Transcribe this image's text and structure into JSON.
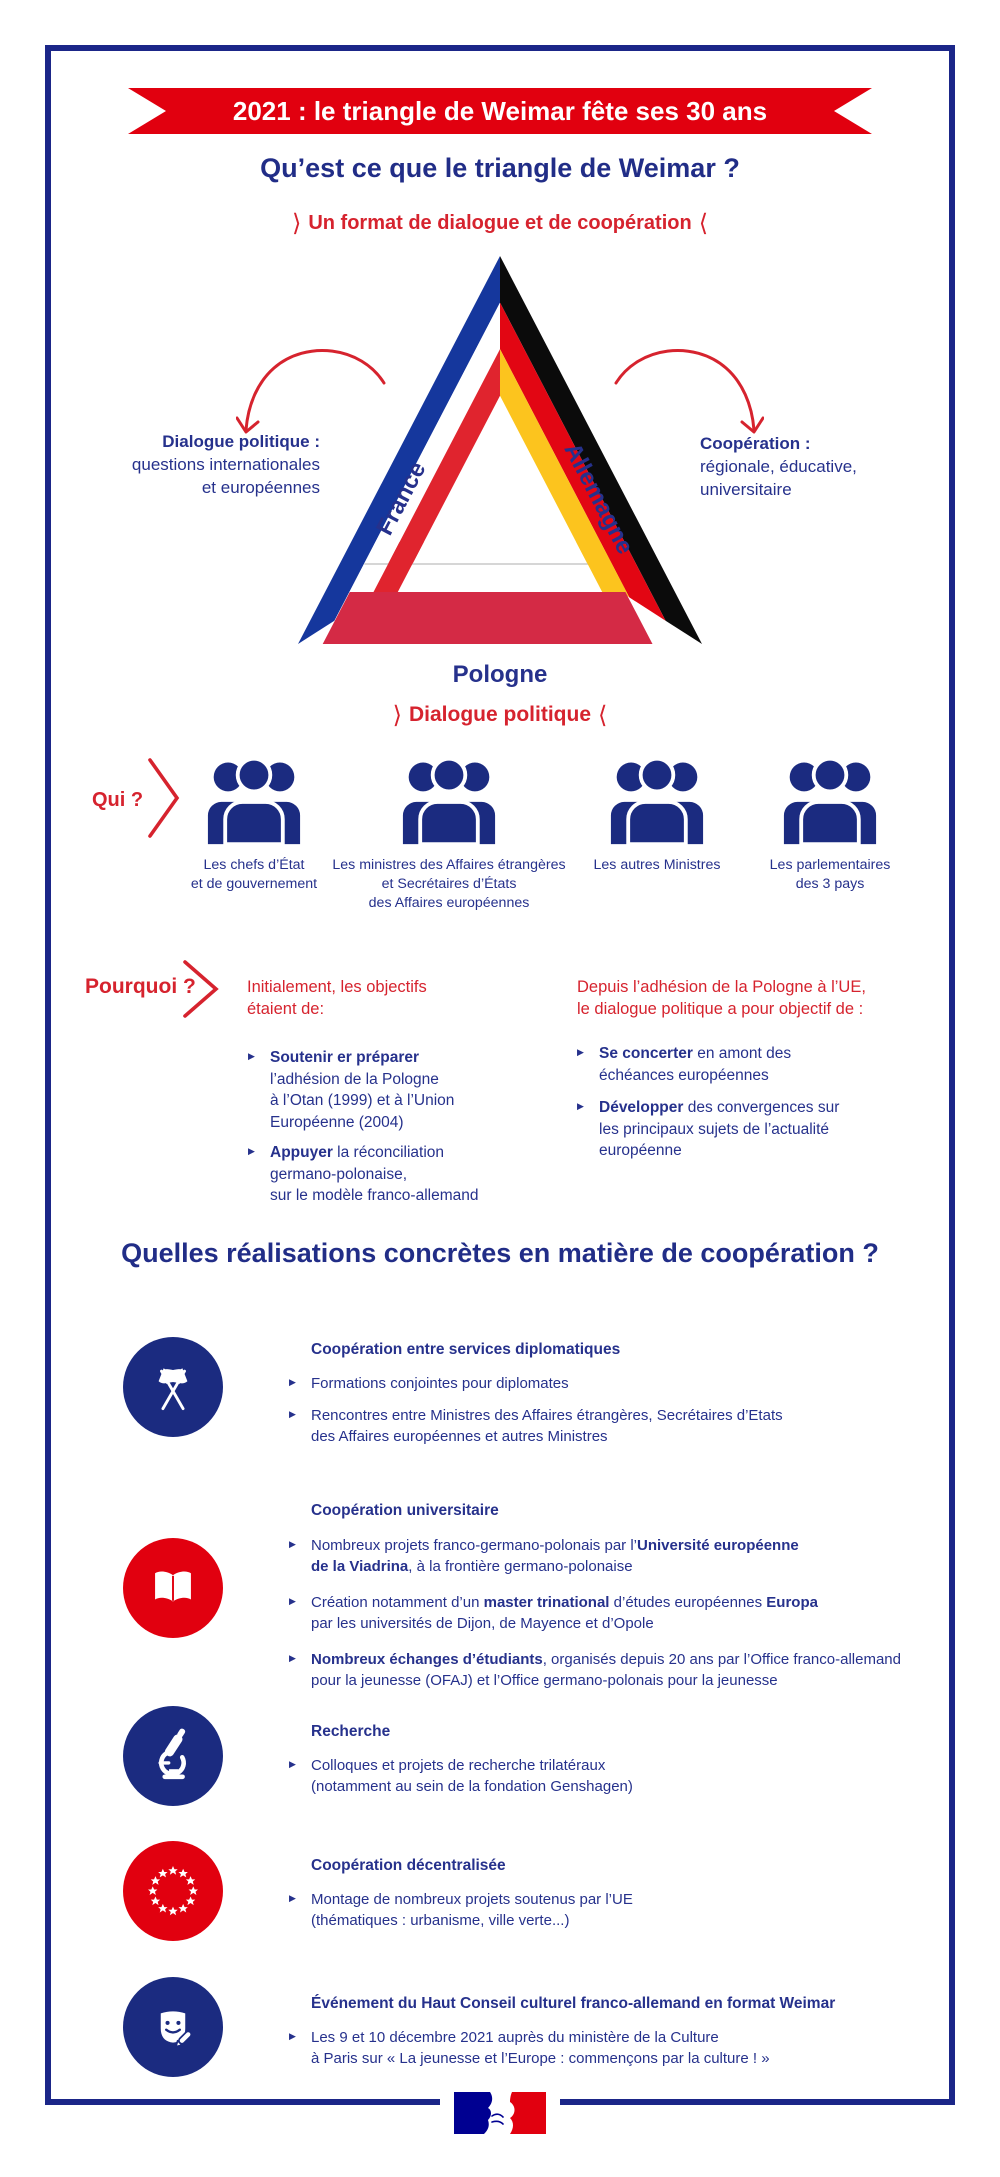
{
  "colors": {
    "frame_navy": "#1b2688",
    "text_navy": "#26318c",
    "banner_red": "#e1000f",
    "accent_red": "#d6232e",
    "poland_red": "#d42a45",
    "france_blue": "#15379d",
    "germany_black": "#0b0b0b",
    "germany_red": "#e20613",
    "germany_gold": "#fcc41e",
    "circle_navy": "#1b2b80",
    "marianne_blue": "#000091"
  },
  "glyphs": {
    "bullet": "▶",
    "angle_open": "⟩",
    "angle_close": "⟨"
  },
  "banner": {
    "text": "2021 : le triangle de Weimar fête ses 30 ans"
  },
  "intro": {
    "title": "Qu’est ce que le triangle de Weimar ?",
    "subtitle": "Un format de dialogue et de coopération"
  },
  "triangle": {
    "labels": {
      "left": "France",
      "right": "Allemagne",
      "bottom": "Pologne"
    },
    "left_note": {
      "title": "Dialogue politique :",
      "lines": "questions internationales\net européennes"
    },
    "right_note": {
      "title": "Coopération :",
      "lines": "régionale, éducative,\nuniversitaire"
    }
  },
  "dialogue": {
    "heading": "Dialogue politique",
    "who_label": "Qui ?",
    "groups": [
      {
        "icon": "people-group-icon",
        "caption": "Les chefs d’État\net de gouvernement"
      },
      {
        "icon": "people-group-icon",
        "caption": "Les ministres des Affaires étrangères\net Secrétaires d’États\ndes Affaires européennes"
      },
      {
        "icon": "people-group-icon",
        "caption": "Les autres Ministres"
      },
      {
        "icon": "people-group-icon",
        "caption": "Les parlementaires\ndes 3 pays"
      }
    ]
  },
  "why": {
    "label": "Pourquoi ?",
    "left": {
      "intro": "Initialement, les objectifs\nétaient de:",
      "bullets": [
        [
          {
            "t": "Soutenir er préparer",
            "b": true
          },
          {
            "t": "\nl’adhésion de la Pologne\nà l’Otan (1999) et à l’Union\nEuropéenne (2004)"
          }
        ],
        [
          {
            "t": "Appuyer",
            "b": true
          },
          {
            "t": " la réconciliation\ngermano-polonaise,\nsur le modèle franco-allemand"
          }
        ]
      ]
    },
    "right": {
      "intro": "Depuis l’adhésion de la Pologne à l’UE,\nle dialogue politique a pour objectif de :",
      "bullets": [
        [
          {
            "t": "Se concerter",
            "b": true
          },
          {
            "t": " en amont des\néchéances européennes"
          }
        ],
        [
          {
            "t": "Développer",
            "b": true
          },
          {
            "t": " des convergences sur\nles principaux sujets de l’actualité\neuropéenne"
          }
        ]
      ]
    }
  },
  "achievements": {
    "heading": "Quelles réalisations concrètes en matière de coopération ?",
    "sections": [
      {
        "icon": "crossed-flags-icon",
        "circle_color": "navy",
        "title": "Coopération entre services diplomatiques",
        "bullets": [
          [
            {
              "t": "Formations conjointes pour diplomates"
            }
          ],
          [
            {
              "t": "Rencontres entre Ministres des Affaires étrangères, Secrétaires d’Etats\ndes Affaires européennes et autres Ministres"
            }
          ]
        ]
      },
      {
        "icon": "open-book-icon",
        "circle_color": "red",
        "title": "Coopération universitaire",
        "bullets": [
          [
            {
              "t": "Nombreux projets franco-germano-polonais par l’"
            },
            {
              "t": "Université européenne\nde la Viadrina",
              "b": true
            },
            {
              "t": ", à la frontière germano-polonaise"
            }
          ],
          [
            {
              "t": "Création notamment d’un "
            },
            {
              "t": "master trinational",
              "b": true
            },
            {
              "t": " d’études européennes "
            },
            {
              "t": "Europa",
              "b": true
            },
            {
              "t": "\npar les universités de Dijon, de Mayence et d’Opole"
            }
          ],
          [
            {
              "t": "Nombreux échanges d’étudiants",
              "b": true
            },
            {
              "t": ", organisés depuis 20 ans par l’Office franco-allemand\npour la jeunesse (OFAJ) et l’Office germano-polonais pour la jeunesse"
            }
          ]
        ]
      },
      {
        "icon": "microscope-icon",
        "circle_color": "navy",
        "title": "Recherche",
        "bullets": [
          [
            {
              "t": "Colloques et projets de recherche trilatéraux\n(notamment au sein de la fondation Genshagen)"
            }
          ]
        ]
      },
      {
        "icon": "eu-stars-icon",
        "circle_color": "red",
        "title": "Coopération décentralisée",
        "bullets": [
          [
            {
              "t": "Montage de nombreux projets soutenus par l’UE\n(thématiques : urbanisme, ville verte...)"
            }
          ]
        ]
      },
      {
        "icon": "theater-mask-icon",
        "circle_color": "navy",
        "title": "Événement du Haut Conseil culturel franco-allemand en format Weimar",
        "bullets": [
          [
            {
              "t": "Les 9 et 10 décembre 2021 auprès du ministère de la Culture\nà Paris sur « La jeunesse et l’Europe : commençons par la culture ! »"
            }
          ]
        ]
      }
    ]
  },
  "footer": {
    "logo": "french-government-marianne-logo"
  }
}
